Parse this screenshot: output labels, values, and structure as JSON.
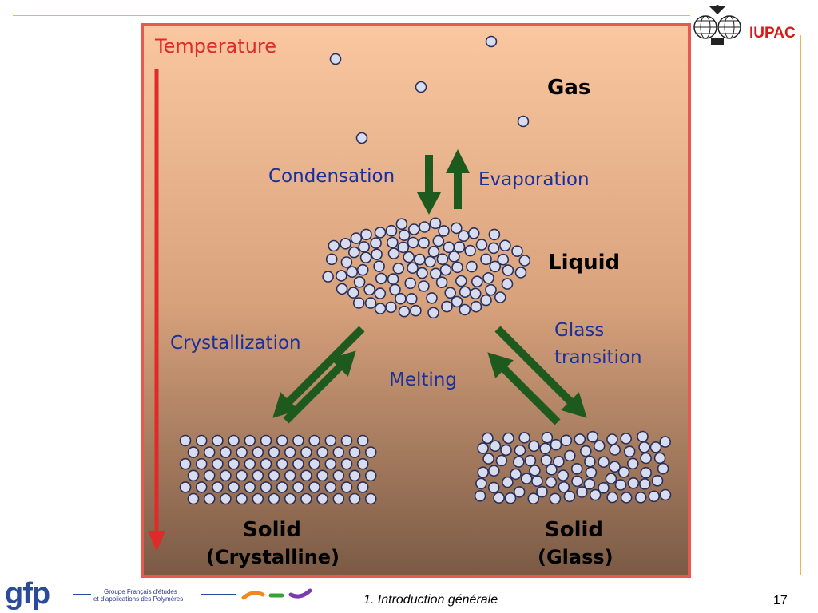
{
  "slide": {
    "iupac_label": "IUPAC",
    "footer_title": "1. Introduction générale",
    "page_number": "17",
    "gfp": {
      "logo": "gfp",
      "line1": "Groupe Français d'études",
      "line2": "et d'applications des Polymères"
    },
    "colors": {
      "frame_border": "#e85a50",
      "gradient_top": "#fac7a0",
      "gradient_bottom": "#7a5a45",
      "arrow_green": "#1e5a1e",
      "temperature_red": "#e02a2a",
      "molecule_fill": "#d8dcf0",
      "molecule_stroke": "#2a2f55"
    }
  },
  "diagram": {
    "temperature": "Temperature",
    "gas": "Gas",
    "liquid": "Liquid",
    "condensation": "Condensation",
    "evaporation": "Evaporation",
    "crystallization": "Crystallization",
    "melting": "Melting",
    "glass_transition_1": "Glass",
    "glass_transition_2": "transition",
    "solid_crystalline": "Solid",
    "solid_crystalline_sub": "(Crystalline)",
    "solid_glass": "Solid",
    "solid_glass_sub": "(Glass)"
  }
}
